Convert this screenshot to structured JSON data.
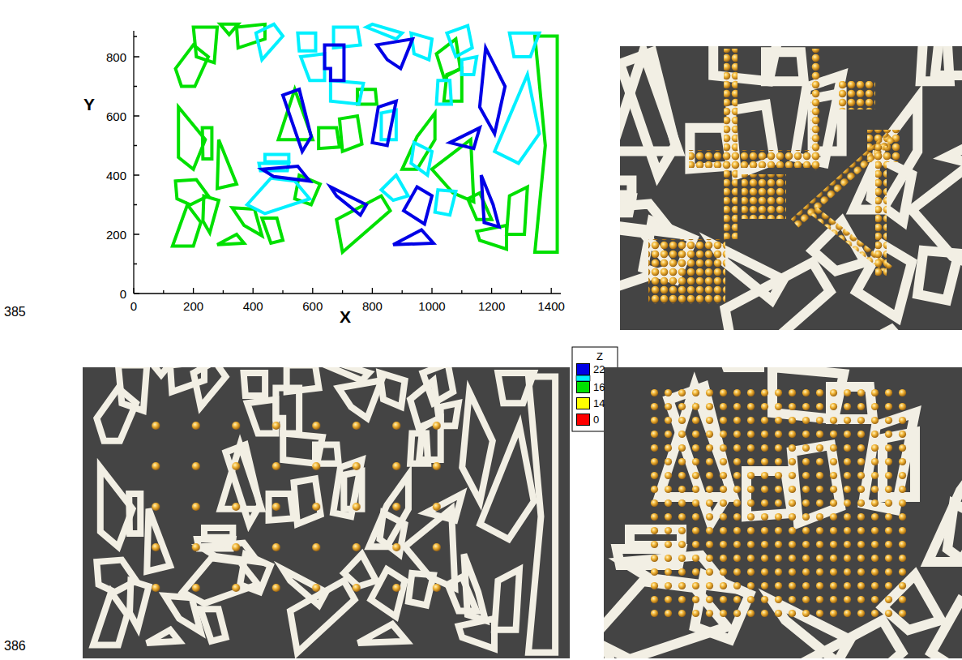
{
  "diagram": {
    "labels": [
      "385",
      "386",
      "Y",
      "X",
      "0",
      "200",
      "400",
      "600",
      "800",
      "1000",
      "1200",
      "1400",
      "0",
      "200",
      "400",
      "600",
      "800",
      "Z"
    ],
    "legend": [
      {
        "text": "22",
        "color": "#0000e6"
      },
      {
        "text": "16",
        "color": "#00e000"
      },
      {
        "text": "14",
        "color": "#ffff00"
      },
      {
        "text": "0",
        "color": "#ff0000"
      }
    ]
  }
}
